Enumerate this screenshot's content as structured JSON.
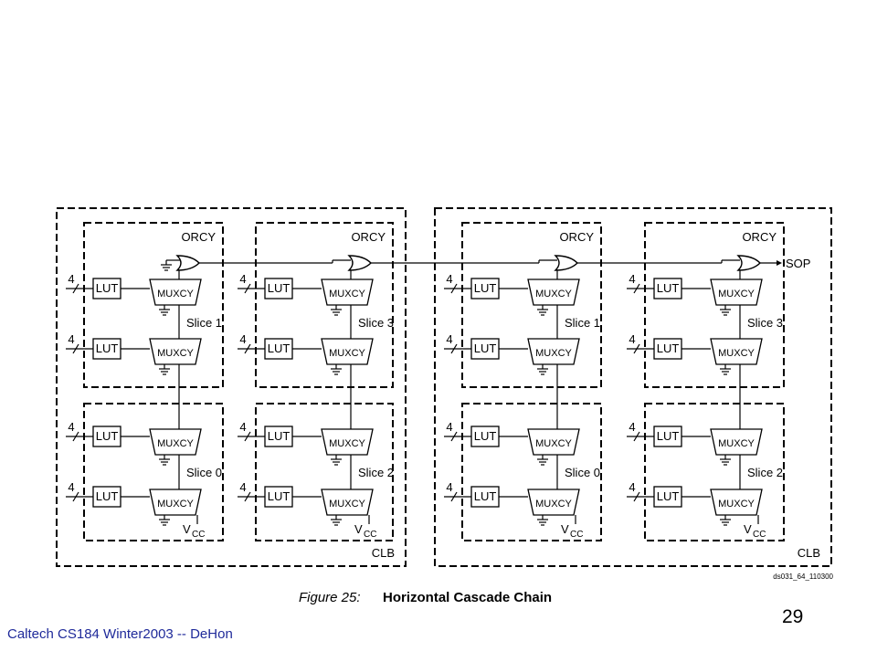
{
  "diagram": {
    "orcy_label": "ORCY",
    "lut_label": "LUT",
    "muxcy_label": "MUXCY",
    "input_width": "4",
    "vcc_main": "V",
    "vcc_sub": "CC",
    "clb_label": "CLB",
    "sop_label": "SOP",
    "slices": [
      "Slice 1",
      "Slice 3",
      "Slice 0",
      "Slice 2"
    ],
    "code_id": "ds031_64_110300",
    "figure_label": "Figure 25:",
    "figure_title": "Horizontal Cascade Chain"
  },
  "footer": {
    "text": "Caltech CS184 Winter2003 -- DeHon",
    "page": "29"
  }
}
